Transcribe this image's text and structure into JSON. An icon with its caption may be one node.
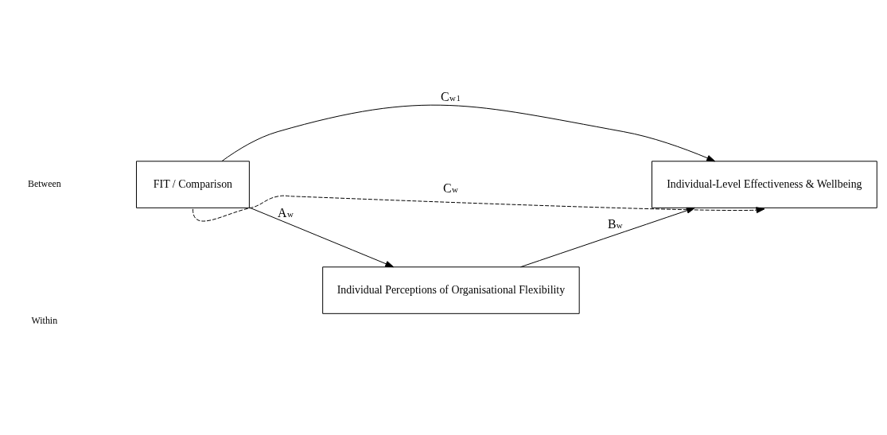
{
  "diagram": {
    "nodes": [
      {
        "text": [
          "FIT / Comparison"
        ]
      },
      {
        "text": [
          "Individual-Level Effectiveness & Wellbeing"
        ]
      },
      {
        "text": [
          "Individual Perceptions of Organisational Flexibility"
        ]
      }
    ],
    "edges": [
      {
        "from": 0,
        "to": 1,
        "arrow": "to",
        "label": "C$_{w}$$^{1}$"
      },
      {
        "from": 0,
        "to": 2,
        "arrow": "to",
        "label": "A$_{w}$"
      },
      {
        "from": 2,
        "to": 1,
        "arrow": "to",
        "label": "B$_{w}$"
      },
      {
        "from": 0,
        "to": 1,
        "arrow": "to",
        "label": "C$_{w}$",
        "style": "dashed"
      }
    ],
    "labels": [
      "Between",
      "Within"
    ]
  }
}
